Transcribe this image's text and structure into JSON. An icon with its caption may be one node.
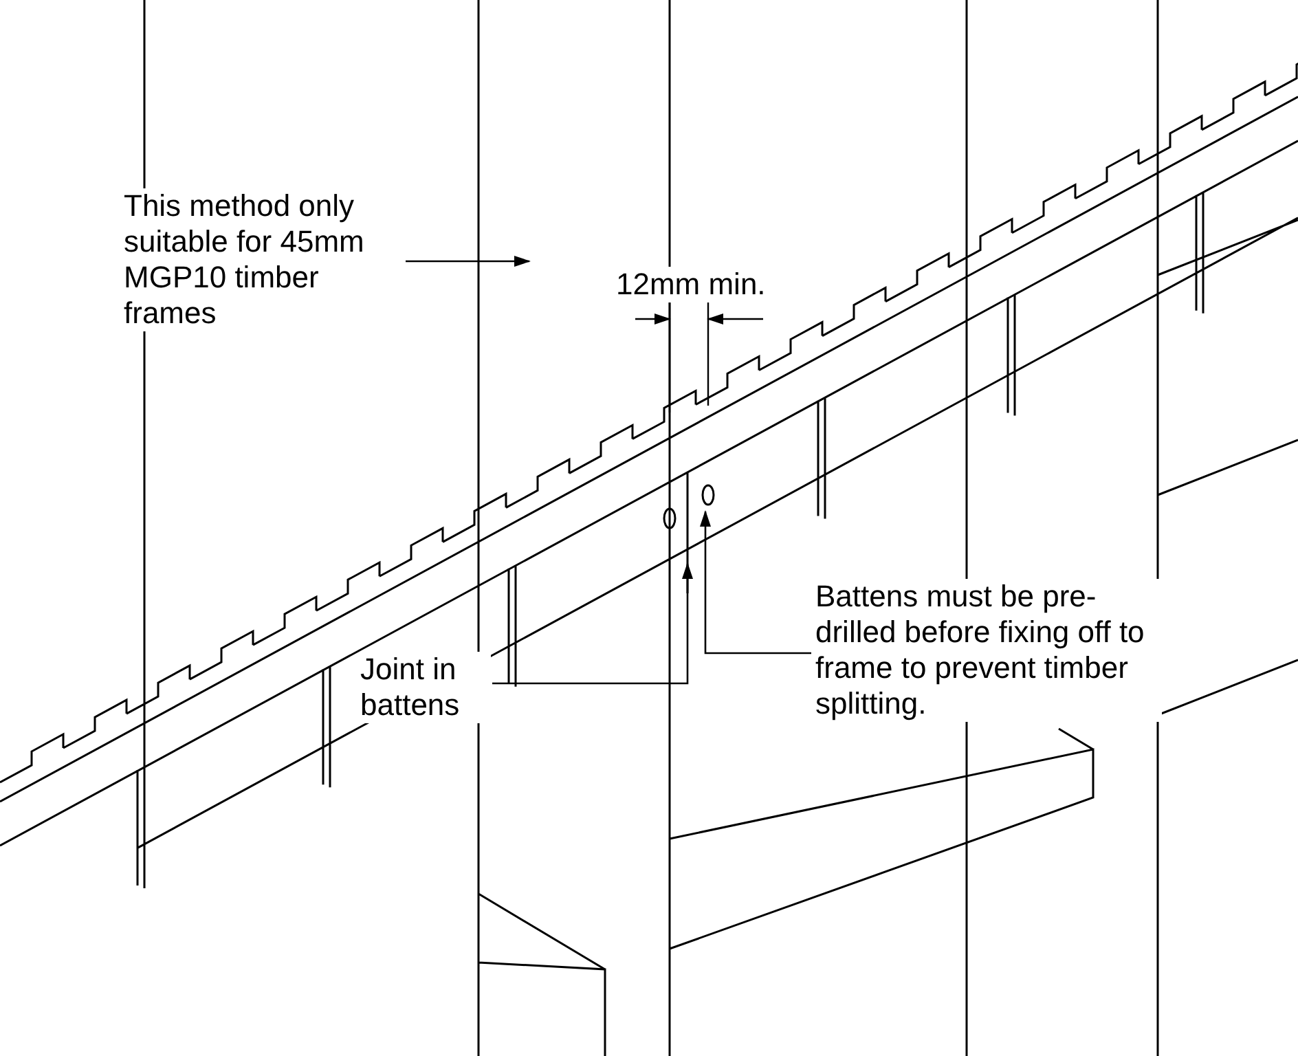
{
  "diagram": {
    "nodes": [
      {
        "text": [
          "This method only suitable for 45mm MGP10 timber frames"
        ]
      },
      {
        "text": [
          "Joint in battens"
        ]
      },
      {
        "text": [
          "Battens must be pre-drilled before fixing off to frame to prevent timber splitting."
        ]
      }
    ],
    "edges": [
      {
        "from": 0,
        "to": null,
        "arrow": "to"
      },
      {
        "from": 1,
        "to": null,
        "arrow": "to"
      },
      {
        "from": 2,
        "to": null,
        "arrow": "to"
      }
    ],
    "labels": [
      "12mm min."
    ]
  }
}
